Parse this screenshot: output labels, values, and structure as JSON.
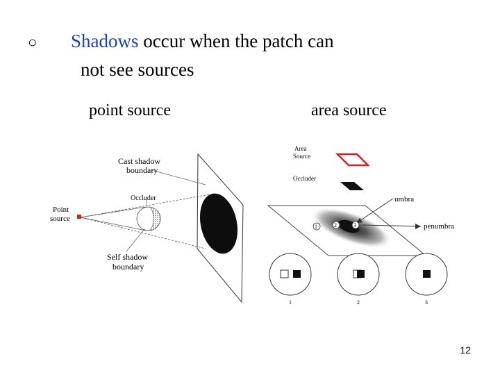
{
  "slide": {
    "bullet_symbol": "○",
    "line1_highlight": "Shadows",
    "line1_rest": " occur when the patch can",
    "line2": "not see sources",
    "caption_left": "point source",
    "caption_right": "area source",
    "page_number": "12",
    "colors": {
      "highlight": "#1f3ea8",
      "source_red": "#d62020"
    }
  },
  "figure_point": {
    "label_cast_line1": "Cast shadow",
    "label_cast_line2": "boundary",
    "label_occluder": "Occluder",
    "label_point_line1": "Point",
    "label_point_line2": "source",
    "label_self_line1": "Self shadow",
    "label_self_line2": "boundary"
  },
  "figure_area": {
    "label_area_line1": "Area",
    "label_area_line2": "Source",
    "label_occluder": "Occluder",
    "label_umbra": "umbra",
    "label_penumbra": "penumbra",
    "marker_1": "1",
    "marker_2": "2",
    "marker_3": "3",
    "view_1": "1",
    "view_2": "2",
    "view_3": "3"
  }
}
